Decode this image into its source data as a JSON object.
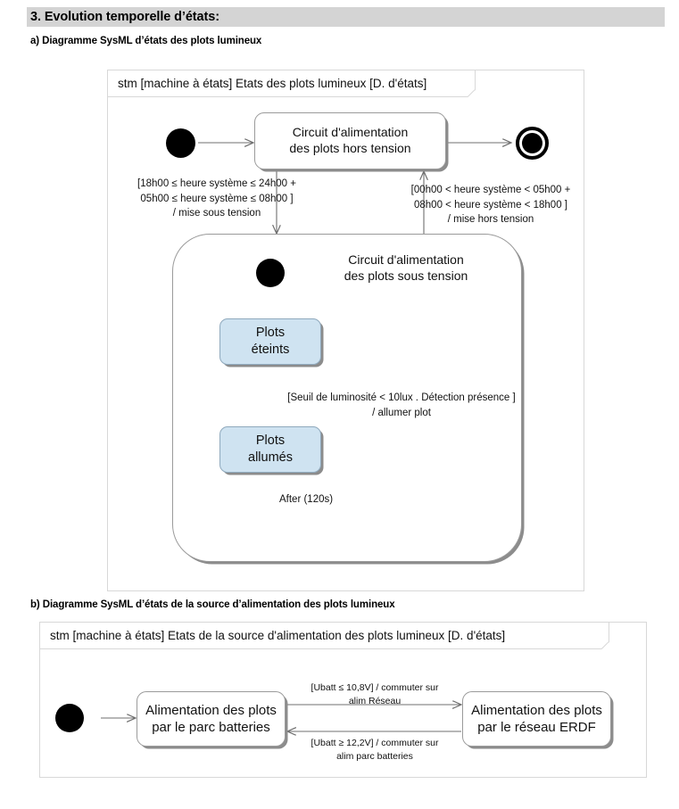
{
  "section": {
    "title": "3. Evolution temporelle d’états:",
    "sub_a": "a) Diagramme SysML d’états des plots lumineux",
    "sub_b": "b) Diagramme SysML d’états de la source d’alimentation des plots lumineux"
  },
  "diagram_a": {
    "frame_header": "stm [machine à états] Etats des plots lumineux [D. d'états]",
    "initial_state": "initial-pseudostate",
    "final_state": "final-state",
    "states": {
      "hors_tension": "Circuit d'alimentation\ndes plots hors tension",
      "composite": "Circuit d'alimentation\ndes plots sous tension",
      "plots_eteints": "Plots\néteints",
      "plots_allumes": "Plots\nallumés"
    },
    "transitions": {
      "mise_sous_tension": "[18h00 ≤ heure système ≤ 24h00 +\n05h00 ≤ heure système ≤ 08h00 ]\n/ mise sous tension",
      "mise_hors_tension": "[00h00 < heure système < 05h00 +\n08h00 < heure système < 18h00 ]\n/ mise hors tension",
      "allumer_plot": "[Seuil de luminosité < 10lux . Détection présence ]\n/ allumer plot",
      "after_120s": "After (120s)"
    }
  },
  "diagram_b": {
    "frame_header": "stm [machine à états] Etats de la source d'alimentation des plots lumineux [D. d'états]",
    "initial_state": "initial-pseudostate",
    "states": {
      "batteries": "Alimentation des plots\npar le parc batteries",
      "reseau": "Alimentation des plots\npar le réseau ERDF"
    },
    "transitions": {
      "vers_reseau": "[Ubatt ≤ 10,8V] / commuter sur\nalim Réseau",
      "vers_batteries": "[Ubatt ≥ 12,2V] / commuter sur\nalim parc batteries"
    }
  },
  "colors": {
    "state_fill": "#cfe3f1",
    "header_band": "#d4d4d4",
    "frame_border": "#d8d8d8",
    "node_border": "#9a9a9a",
    "shadow": "#8c8c8c"
  }
}
